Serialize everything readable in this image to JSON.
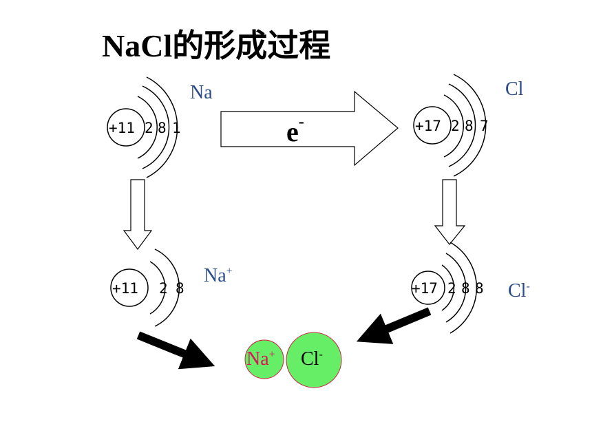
{
  "title": "NaCl的形成过程",
  "electron": {
    "symbol": "e",
    "charge": "-"
  },
  "atoms": {
    "na": {
      "label": "Na",
      "nucleus": "+11",
      "shells": [
        "2",
        "8",
        "1"
      ]
    },
    "cl": {
      "label": "Cl",
      "nucleus": "+17",
      "shells": [
        "2",
        "8",
        "7"
      ]
    }
  },
  "ions": {
    "na": {
      "label": "Na",
      "charge": "+",
      "nucleus": "+11",
      "shells": [
        "2",
        "8"
      ]
    },
    "cl": {
      "label": "Cl",
      "charge": "-",
      "nucleus": "+17",
      "shells": [
        "2",
        "8",
        "8"
      ]
    }
  },
  "compound": {
    "na": {
      "symbol": "Na",
      "charge": "+"
    },
    "cl": {
      "symbol": "Cl",
      "charge": "-"
    }
  },
  "colors": {
    "label": "#2a4a8a",
    "ion_fill": "#66ee66",
    "na_text": "#e0105a",
    "ion_border": "#cc2244"
  }
}
